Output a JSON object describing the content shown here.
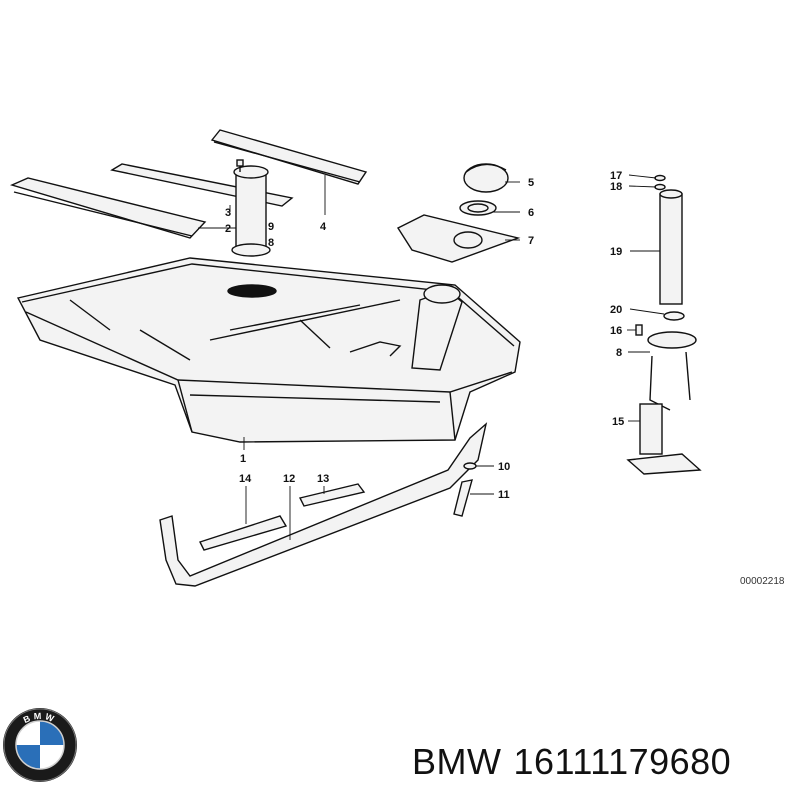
{
  "brand": "BMW",
  "part_number": "16111179680",
  "diagram_ref": "00002218",
  "colors": {
    "ink": "#111111",
    "logo_blue": "#2a6fb8",
    "logo_ring": "#1a1a1a"
  },
  "logo_letters": "BMW",
  "callouts": {
    "c1": "1",
    "c2": "2",
    "c3": "3",
    "c4": "4",
    "c5": "5",
    "c6": "6",
    "c7": "7",
    "c8": "8",
    "c9": "9",
    "c10": "10",
    "c11": "11",
    "c12": "12",
    "c13": "13",
    "c14": "14",
    "c15": "15",
    "c16": "16",
    "c17": "17",
    "c18": "18",
    "c19": "19",
    "c20": "20",
    "c8b": "8"
  }
}
